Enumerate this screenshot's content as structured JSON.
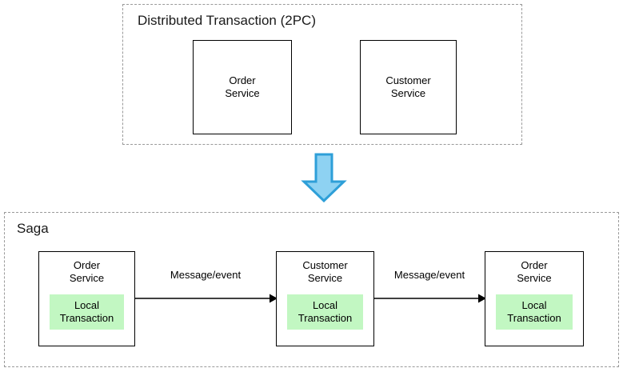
{
  "diagram": {
    "title_hidden": "",
    "colors": {
      "group_border": "#9a9a9a",
      "box_border": "#000000",
      "local_transaction_fill": "#c2f7c2",
      "big_arrow_fill": "#8ed2f2",
      "big_arrow_stroke": "#2e9fd8",
      "text": "#000000"
    }
  },
  "top_group": {
    "title": "Distributed Transaction (2PC)",
    "boxes": [
      {
        "label": "Order\nService",
        "name": "order-service"
      },
      {
        "label": "Customer\nService",
        "name": "customer-service"
      }
    ]
  },
  "transition": {
    "arrow_icon": "down-arrow-icon",
    "direction": "down"
  },
  "saga_group": {
    "title": "Saga",
    "boxes": [
      {
        "title": "Order\nService",
        "local_transaction": "Local\nTransaction"
      },
      {
        "title": "Customer\nService",
        "local_transaction": "Local\nTransaction"
      },
      {
        "title": "Order\nService",
        "local_transaction": "Local\nTransaction"
      }
    ],
    "connectors": [
      {
        "label": "Message/event"
      },
      {
        "label": "Message/event"
      }
    ]
  }
}
